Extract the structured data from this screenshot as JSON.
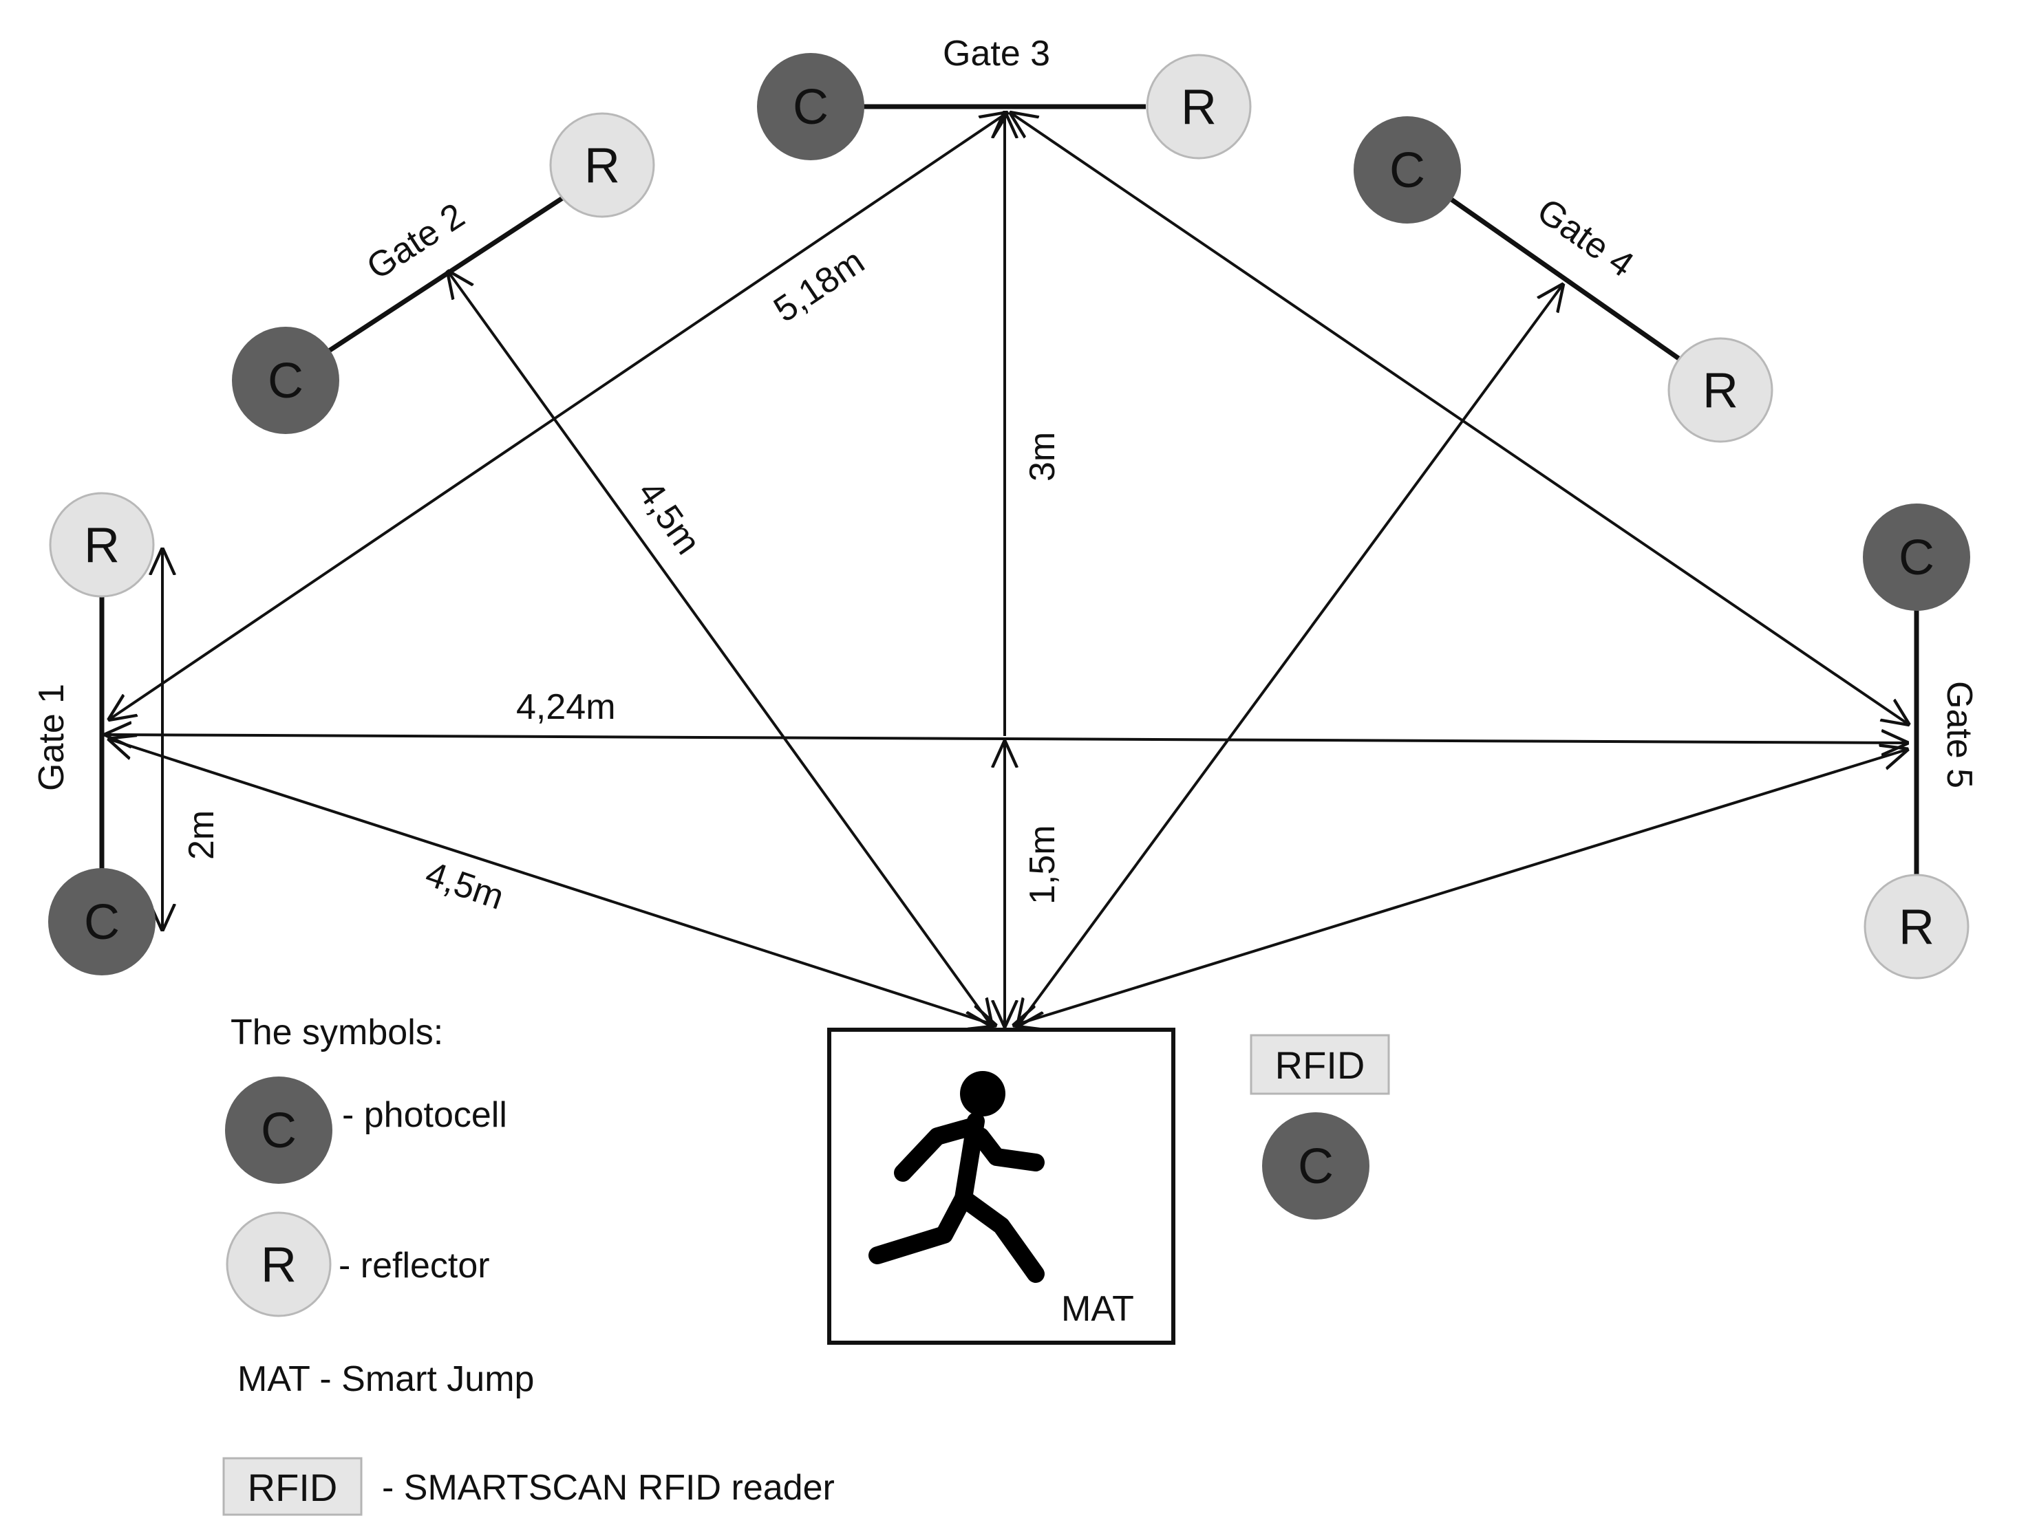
{
  "colors": {
    "photocell": "#5f5f5f",
    "reflector": "#e3e3e3",
    "rfid_box": "#e6e6e6",
    "ink": "#111111"
  },
  "symbols": {
    "photocell": "C",
    "reflector": "R"
  },
  "gates": {
    "gate1": "Gate 1",
    "gate2": "Gate 2",
    "gate3": "Gate 3",
    "gate4": "Gate 4",
    "gate5": "Gate 5"
  },
  "distances": {
    "gate1_to_gate3": "5,18m",
    "gate2_to_mat": "4,5m",
    "center_to_gate3": "3m",
    "gate1_to_gate5": "4,24m",
    "gate1_width": "2m",
    "gate1_to_mat": "4,5m",
    "center_to_mat": "1,5m"
  },
  "mat": {
    "label": "MAT",
    "icon": "running-person-icon"
  },
  "rfid_station": {
    "label": "RFID",
    "photocell": "C"
  },
  "legend": {
    "title": "The symbols:",
    "photocell_desc": "- photocell",
    "reflector_desc": "- reflector",
    "mat_desc": "MAT - Smart Jump",
    "rfid_label": "RFID",
    "rfid_desc": "- SMARTSCAN RFID reader"
  }
}
